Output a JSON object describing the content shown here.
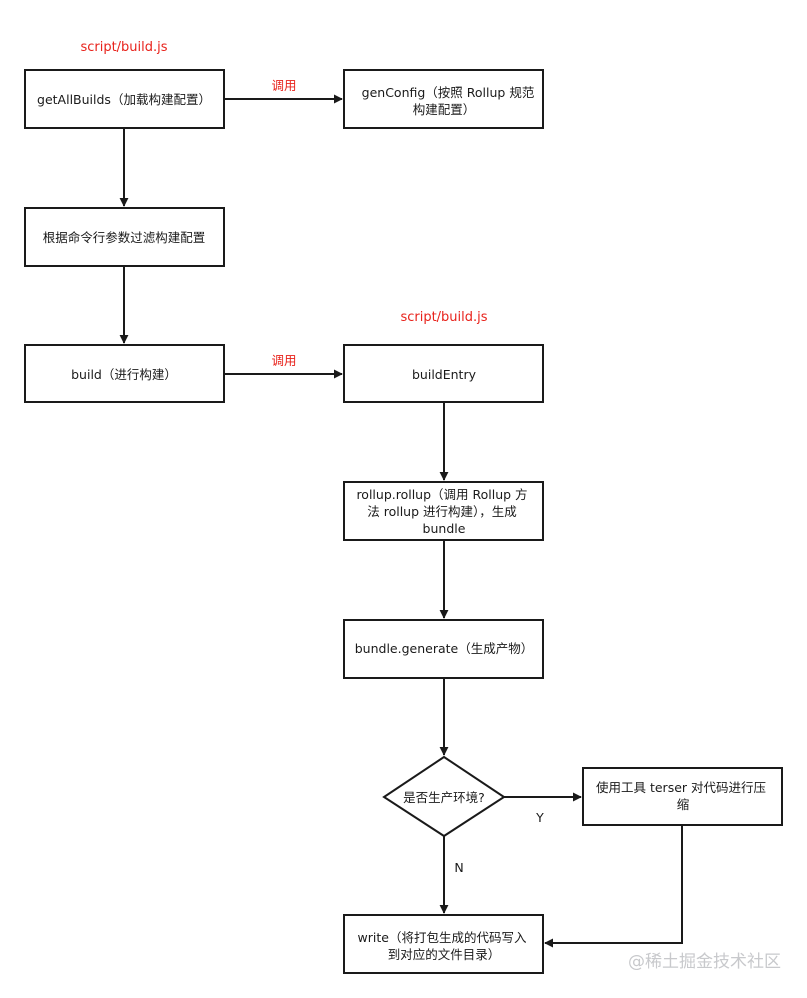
{
  "colors": {
    "accent": "#e8221b",
    "stroke": "#1a1a1a",
    "watermark": "#c8c9cc"
  },
  "file_labels": {
    "top": "script/build.js",
    "middle": "script/build.js"
  },
  "nodes": {
    "get_all_builds": [
      "getAllBuilds（加载构建配置）"
    ],
    "gen_config": [
      "genConfig（按照 Rollup 规范",
      "构建配置）"
    ],
    "filter_config": [
      "根据命令行参数过滤构建配置"
    ],
    "build": [
      "build（进行构建）"
    ],
    "build_entry": [
      "buildEntry"
    ],
    "rollup_rollup": [
      "rollup.rollup（调用 Rollup 方",
      "法 rollup 进行构建），生成",
      "bundle"
    ],
    "bundle_generate": [
      "bundle.generate（生成产物）"
    ],
    "is_production": [
      "是否生产环境?"
    ],
    "terser": [
      "使用工具 terser 对代码进行压",
      "缩"
    ],
    "write": [
      "write（将打包生成的代码写入",
      "到对应的文件目录）"
    ]
  },
  "edge_labels": {
    "call_1": "调用",
    "call_2": "调用",
    "yes": "Y",
    "no": "N"
  },
  "watermark": "@稀土掘金技术社区"
}
